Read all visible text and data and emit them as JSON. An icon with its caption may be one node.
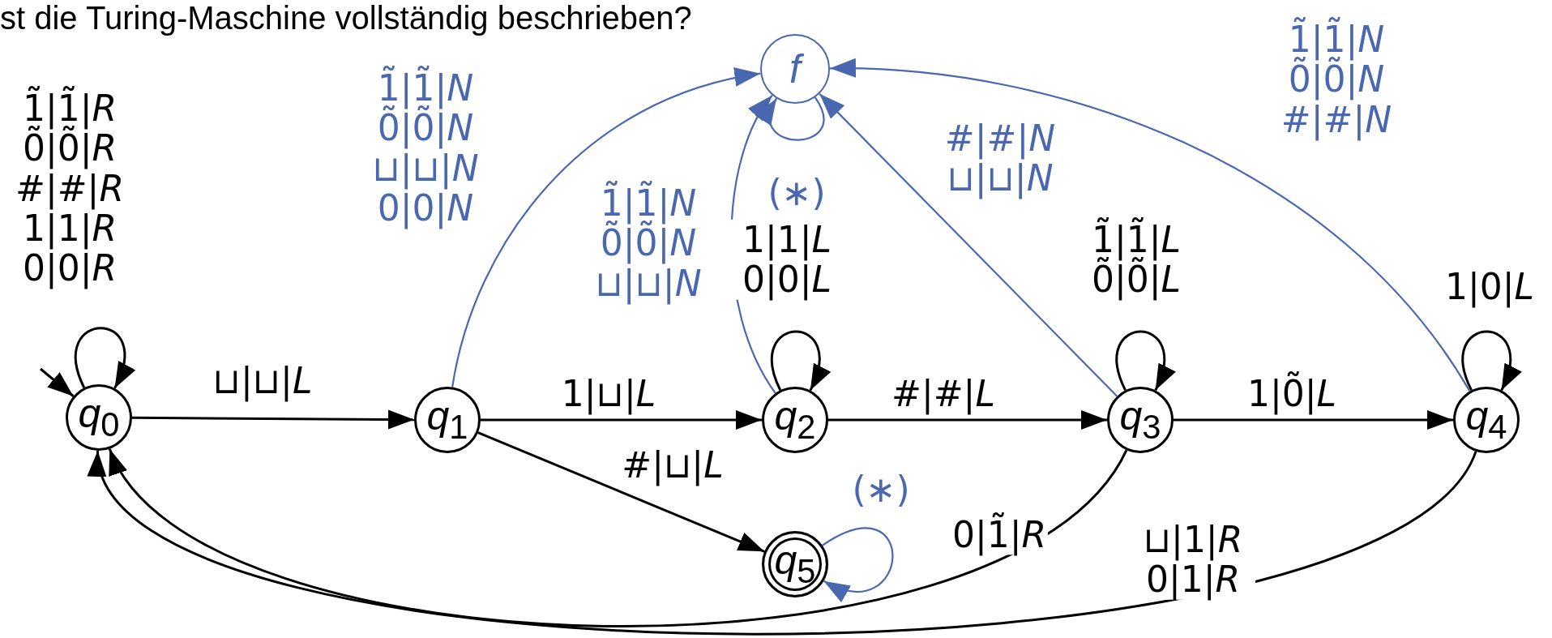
{
  "diagram": {
    "title": "st die Turing-Maschine vollständig beschrieben?",
    "nodes": [
      {
        "text": [
          "*q*$_{0}$"
        ]
      },
      {
        "text": [
          "*q*$_{1}$"
        ]
      },
      {
        "text": [
          "*q*$_{2}$"
        ]
      },
      {
        "text": [
          "*q*$_{3}$"
        ]
      },
      {
        "text": [
          "*q*$_{4}$"
        ]
      },
      {
        "text": [
          "*q*$_{5}$"
        ]
      },
      {
        "text": [
          "f"
        ]
      }
    ],
    "edges": [
      {
        "from": null,
        "to": 0,
        "arrow": "to"
      },
      {
        "from": 0,
        "to": 0,
        "arrow": "to",
        "label": "1̃|1̃|*R* 0̃|0̃|*R* #|#|*R* 1|1|*R* 0|0|*R*"
      },
      {
        "from": 0,
        "to": 1,
        "arrow": "to",
        "label": "⊔|⊔|*L*"
      },
      {
        "from": 1,
        "to": 2,
        "arrow": "to",
        "label": "1|⊔|*L*"
      },
      {
        "from": 1,
        "to": 5,
        "arrow": "to",
        "label": "#|⊔|*L*"
      },
      {
        "from": 1,
        "to": 6,
        "arrow": "to",
        "label": "1̃|1̃|*N* 0̃|0̃|*N* ⊔|⊔|*N* 0|0|*N*",
        "color": "#4a68b0"
      },
      {
        "from": 2,
        "to": 2,
        "arrow": "to",
        "label": "1|1|*L* 0|0|*L*"
      },
      {
        "from": 2,
        "to": 3,
        "arrow": "to",
        "label": "#|#|*L*"
      },
      {
        "from": 2,
        "to": 6,
        "arrow": "to",
        "label": "1̃|1̃|*N* 0̃|0̃|*N* ⊔|⊔|*N*",
        "color": "#4a68b0"
      },
      {
        "from": 6,
        "to": 6,
        "arrow": "to",
        "label": "(∗)",
        "color": "#4a68b0"
      },
      {
        "from": 3,
        "to": 3,
        "arrow": "to",
        "label": "1̃|1̃|*L* 0̃|0̃|*L*"
      },
      {
        "from": 3,
        "to": 4,
        "arrow": "to",
        "label": "1|0̃|*L*"
      },
      {
        "from": 3,
        "to": 6,
        "arrow": "to",
        "label": "#|#|*N* ⊔|⊔|*N*",
        "color": "#4a68b0"
      },
      {
        "from": 3,
        "to": 0,
        "arrow": "to",
        "label": "0|1̃|*R*"
      },
      {
        "from": 4,
        "to": 4,
        "arrow": "to",
        "label": "1|0|*L*"
      },
      {
        "from": 4,
        "to": 6,
        "arrow": "to",
        "label": "1̃|1̃|*N* 0̃|0̃|*N* #|#|*N*",
        "color": "#4a68b0"
      },
      {
        "from": 4,
        "to": 0,
        "arrow": "to",
        "label": "⊔|1|*R* 0|1|*R*"
      },
      {
        "from": 5,
        "to": 5,
        "arrow": "to",
        "label": "(∗)",
        "color": "#4a68b0"
      }
    ]
  }
}
